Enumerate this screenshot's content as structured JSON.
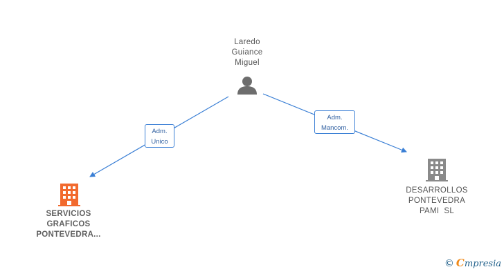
{
  "person": {
    "name_lines": [
      "Laredo",
      "Guiance",
      "Miguel"
    ],
    "icon": "person-icon"
  },
  "companies": [
    {
      "name_lines": [
        "SERVICIOS",
        "GRAFICOS",
        "PONTEVEDRA..."
      ],
      "icon": "building-icon",
      "color": "#f26a2e"
    },
    {
      "name_lines": [
        "DESARROLLOS",
        "PONTEVEDRA",
        "PAMI  SL"
      ],
      "icon": "building-icon",
      "color": "#8a8a8a"
    }
  ],
  "edges": [
    {
      "label_lines": [
        "Adm.",
        "Unico"
      ]
    },
    {
      "label_lines": [
        "Adm.",
        "Mancom."
      ]
    }
  ],
  "colors": {
    "edge": "#3a7fd5",
    "person_icon": "#6d6d6d"
  },
  "footer": {
    "copyright_symbol": "©",
    "brand_initial": "C",
    "brand_rest": "mpresia"
  }
}
